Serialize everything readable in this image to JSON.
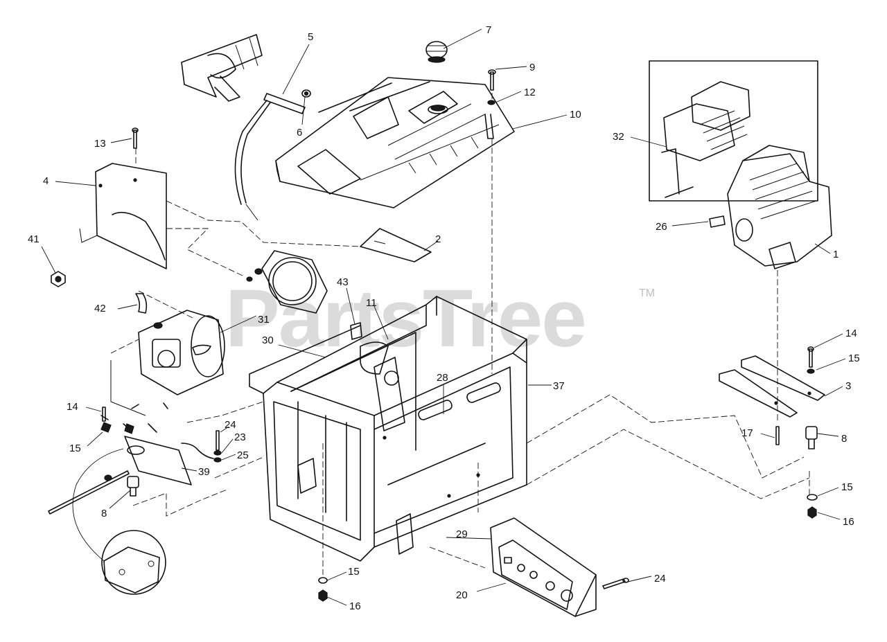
{
  "watermark": {
    "text": "PartsTree",
    "trademark": "TM"
  },
  "callouts": [
    {
      "id": "c-7",
      "label": "7"
    },
    {
      "id": "c-5",
      "label": "5"
    },
    {
      "id": "c-9",
      "label": "9"
    },
    {
      "id": "c-12",
      "label": "12"
    },
    {
      "id": "c-10",
      "label": "10"
    },
    {
      "id": "c-6",
      "label": "6"
    },
    {
      "id": "c-13",
      "label": "13"
    },
    {
      "id": "c-4",
      "label": "4"
    },
    {
      "id": "c-41",
      "label": "41"
    },
    {
      "id": "c-2",
      "label": "2"
    },
    {
      "id": "c-42",
      "label": "42"
    },
    {
      "id": "c-43",
      "label": "43"
    },
    {
      "id": "c-11",
      "label": "11"
    },
    {
      "id": "c-31",
      "label": "31"
    },
    {
      "id": "c-30",
      "label": "30"
    },
    {
      "id": "c-28",
      "label": "28"
    },
    {
      "id": "c-37",
      "label": "37"
    },
    {
      "id": "c-32",
      "label": "32"
    },
    {
      "id": "c-26",
      "label": "26"
    },
    {
      "id": "c-1",
      "label": "1"
    },
    {
      "id": "c-14-right",
      "label": "14"
    },
    {
      "id": "c-15-right",
      "label": "15"
    },
    {
      "id": "c-3",
      "label": "3"
    },
    {
      "id": "c-17",
      "label": "17"
    },
    {
      "id": "c-8-right",
      "label": "8"
    },
    {
      "id": "c-15-lower-right",
      "label": "15"
    },
    {
      "id": "c-16-right",
      "label": "16"
    },
    {
      "id": "c-14-left",
      "label": "14"
    },
    {
      "id": "c-15-left",
      "label": "15"
    },
    {
      "id": "c-24-top",
      "label": "24"
    },
    {
      "id": "c-23",
      "label": "23"
    },
    {
      "id": "c-25",
      "label": "25"
    },
    {
      "id": "c-39",
      "label": "39"
    },
    {
      "id": "c-8-left",
      "label": "8"
    },
    {
      "id": "c-29",
      "label": "29"
    },
    {
      "id": "c-15-bottom",
      "label": "15"
    },
    {
      "id": "c-16-bottom",
      "label": "16"
    },
    {
      "id": "c-20",
      "label": "20"
    },
    {
      "id": "c-24-bottom",
      "label": "24"
    }
  ]
}
